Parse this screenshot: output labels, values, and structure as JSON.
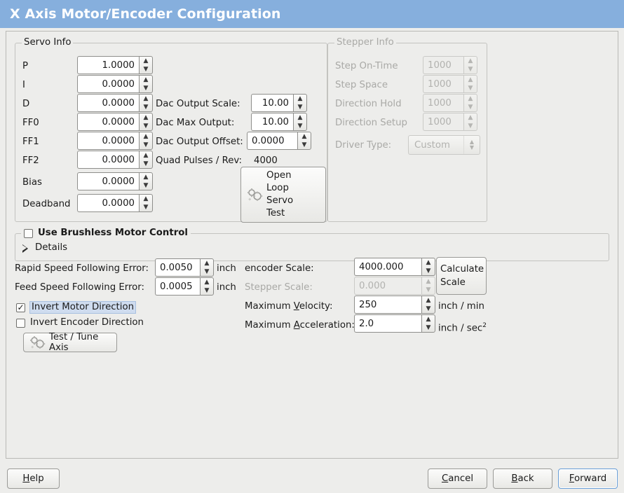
{
  "window": {
    "title": "X Axis Motor/Encoder Configuration",
    "title_bg": "#86afdd",
    "bg": "#ededeb"
  },
  "servo_info": {
    "legend": "Servo Info",
    "fields": [
      {
        "label": "P",
        "value": "1.0000"
      },
      {
        "label": "I",
        "value": "0.0000"
      },
      {
        "label": "D",
        "value": "0.0000"
      },
      {
        "label": "FF0",
        "value": "0.0000"
      },
      {
        "label": "FF1",
        "value": "0.0000"
      },
      {
        "label": "FF2",
        "value": "0.0000"
      },
      {
        "label": "Bias",
        "value": "0.0000"
      },
      {
        "label": "Deadband",
        "value": "0.0000"
      }
    ],
    "dac": [
      {
        "label": "Dac Output Scale:",
        "value": "10.00"
      },
      {
        "label": "Dac Max Output:",
        "value": "10.00"
      },
      {
        "label": "Dac Output Offset:",
        "value": "0.0000"
      }
    ],
    "quad_pulses_label": "Quad Pulses / Rev:",
    "quad_pulses_value": "4000",
    "open_loop_button": {
      "line1": "Open",
      "line2": "Loop",
      "line3": "Servo",
      "line4": "Test",
      "icon": "gears-icon"
    }
  },
  "stepper_info": {
    "legend": "Stepper Info",
    "disabled": true,
    "fields": [
      {
        "label": "Step On-Time",
        "value": "1000"
      },
      {
        "label": "Step Space",
        "value": "1000"
      },
      {
        "label": "Direction Hold",
        "value": "1000"
      },
      {
        "label": "Direction Setup",
        "value": "1000"
      }
    ],
    "driver_type_label": "Driver Type:",
    "driver_type_value": "Custom"
  },
  "brushless": {
    "checkbox_label": "Use Brushless Motor Control",
    "checked": false,
    "details_label": "Details",
    "details_expanded": false
  },
  "tuning": {
    "rapid_error_label": "Rapid Speed Following Error:",
    "rapid_error_value": "0.0050",
    "rapid_error_unit": "inch",
    "feed_error_label": "Feed Speed Following Error:",
    "feed_error_value": "0.0005",
    "feed_error_unit": "inch",
    "invert_motor_label": "Invert Motor Direction",
    "invert_motor_checked": true,
    "invert_encoder_label": "Invert Encoder Direction",
    "invert_encoder_checked": false,
    "test_tune_label": "Test / Tune Axis"
  },
  "scales": {
    "encoder_scale_label": "encoder Scale:",
    "encoder_scale_value": "4000.000",
    "stepper_scale_label": "Stepper Scale:",
    "stepper_scale_value": "0.000",
    "stepper_scale_disabled": true,
    "max_velocity_label_pre": "Maximum ",
    "max_velocity_label_mnemonic": "V",
    "max_velocity_label_post": "elocity:",
    "max_velocity_value": "250",
    "max_velocity_unit": "inch / min",
    "max_accel_label_pre": "Maximum ",
    "max_accel_label_mnemonic": "A",
    "max_accel_label_post": "cceleration:",
    "max_accel_value": "2.0",
    "max_accel_unit_pre": "inch / sec",
    "max_accel_unit_sup": "2",
    "calculate_button_line1": "Calculate",
    "calculate_button_line2": "Scale"
  },
  "buttons": {
    "help_pre": "",
    "help_mnemonic": "H",
    "help_post": "elp",
    "cancel_pre": "",
    "cancel_mnemonic": "C",
    "cancel_post": "ancel",
    "back_pre": "",
    "back_mnemonic": "B",
    "back_post": "ack",
    "forward_pre": "",
    "forward_mnemonic": "F",
    "forward_post": "orward",
    "forward_focused": true
  }
}
